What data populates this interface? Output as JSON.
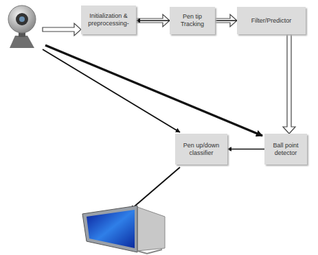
{
  "diagram": {
    "nodes": [
      {
        "text": [
          "Initialization & preprocessing-"
        ]
      },
      {
        "text": [
          "Pen tip Tracking"
        ]
      },
      {
        "text": [
          "Filter/Predictor"
        ]
      },
      {
        "text": [
          "Pen up/down classifier"
        ]
      },
      {
        "text": [
          "Ball point detector"
        ]
      }
    ],
    "edges": [
      {
        "from": 0,
        "to": 1,
        "arrow": "to"
      },
      {
        "from": 1,
        "to": 2,
        "arrow": "to"
      },
      {
        "from": 2,
        "to": 4,
        "arrow": "to"
      },
      {
        "from": 2,
        "to": 0,
        "arrow": "to"
      },
      {
        "from": 4,
        "to": 3,
        "arrow": "to"
      }
    ]
  }
}
